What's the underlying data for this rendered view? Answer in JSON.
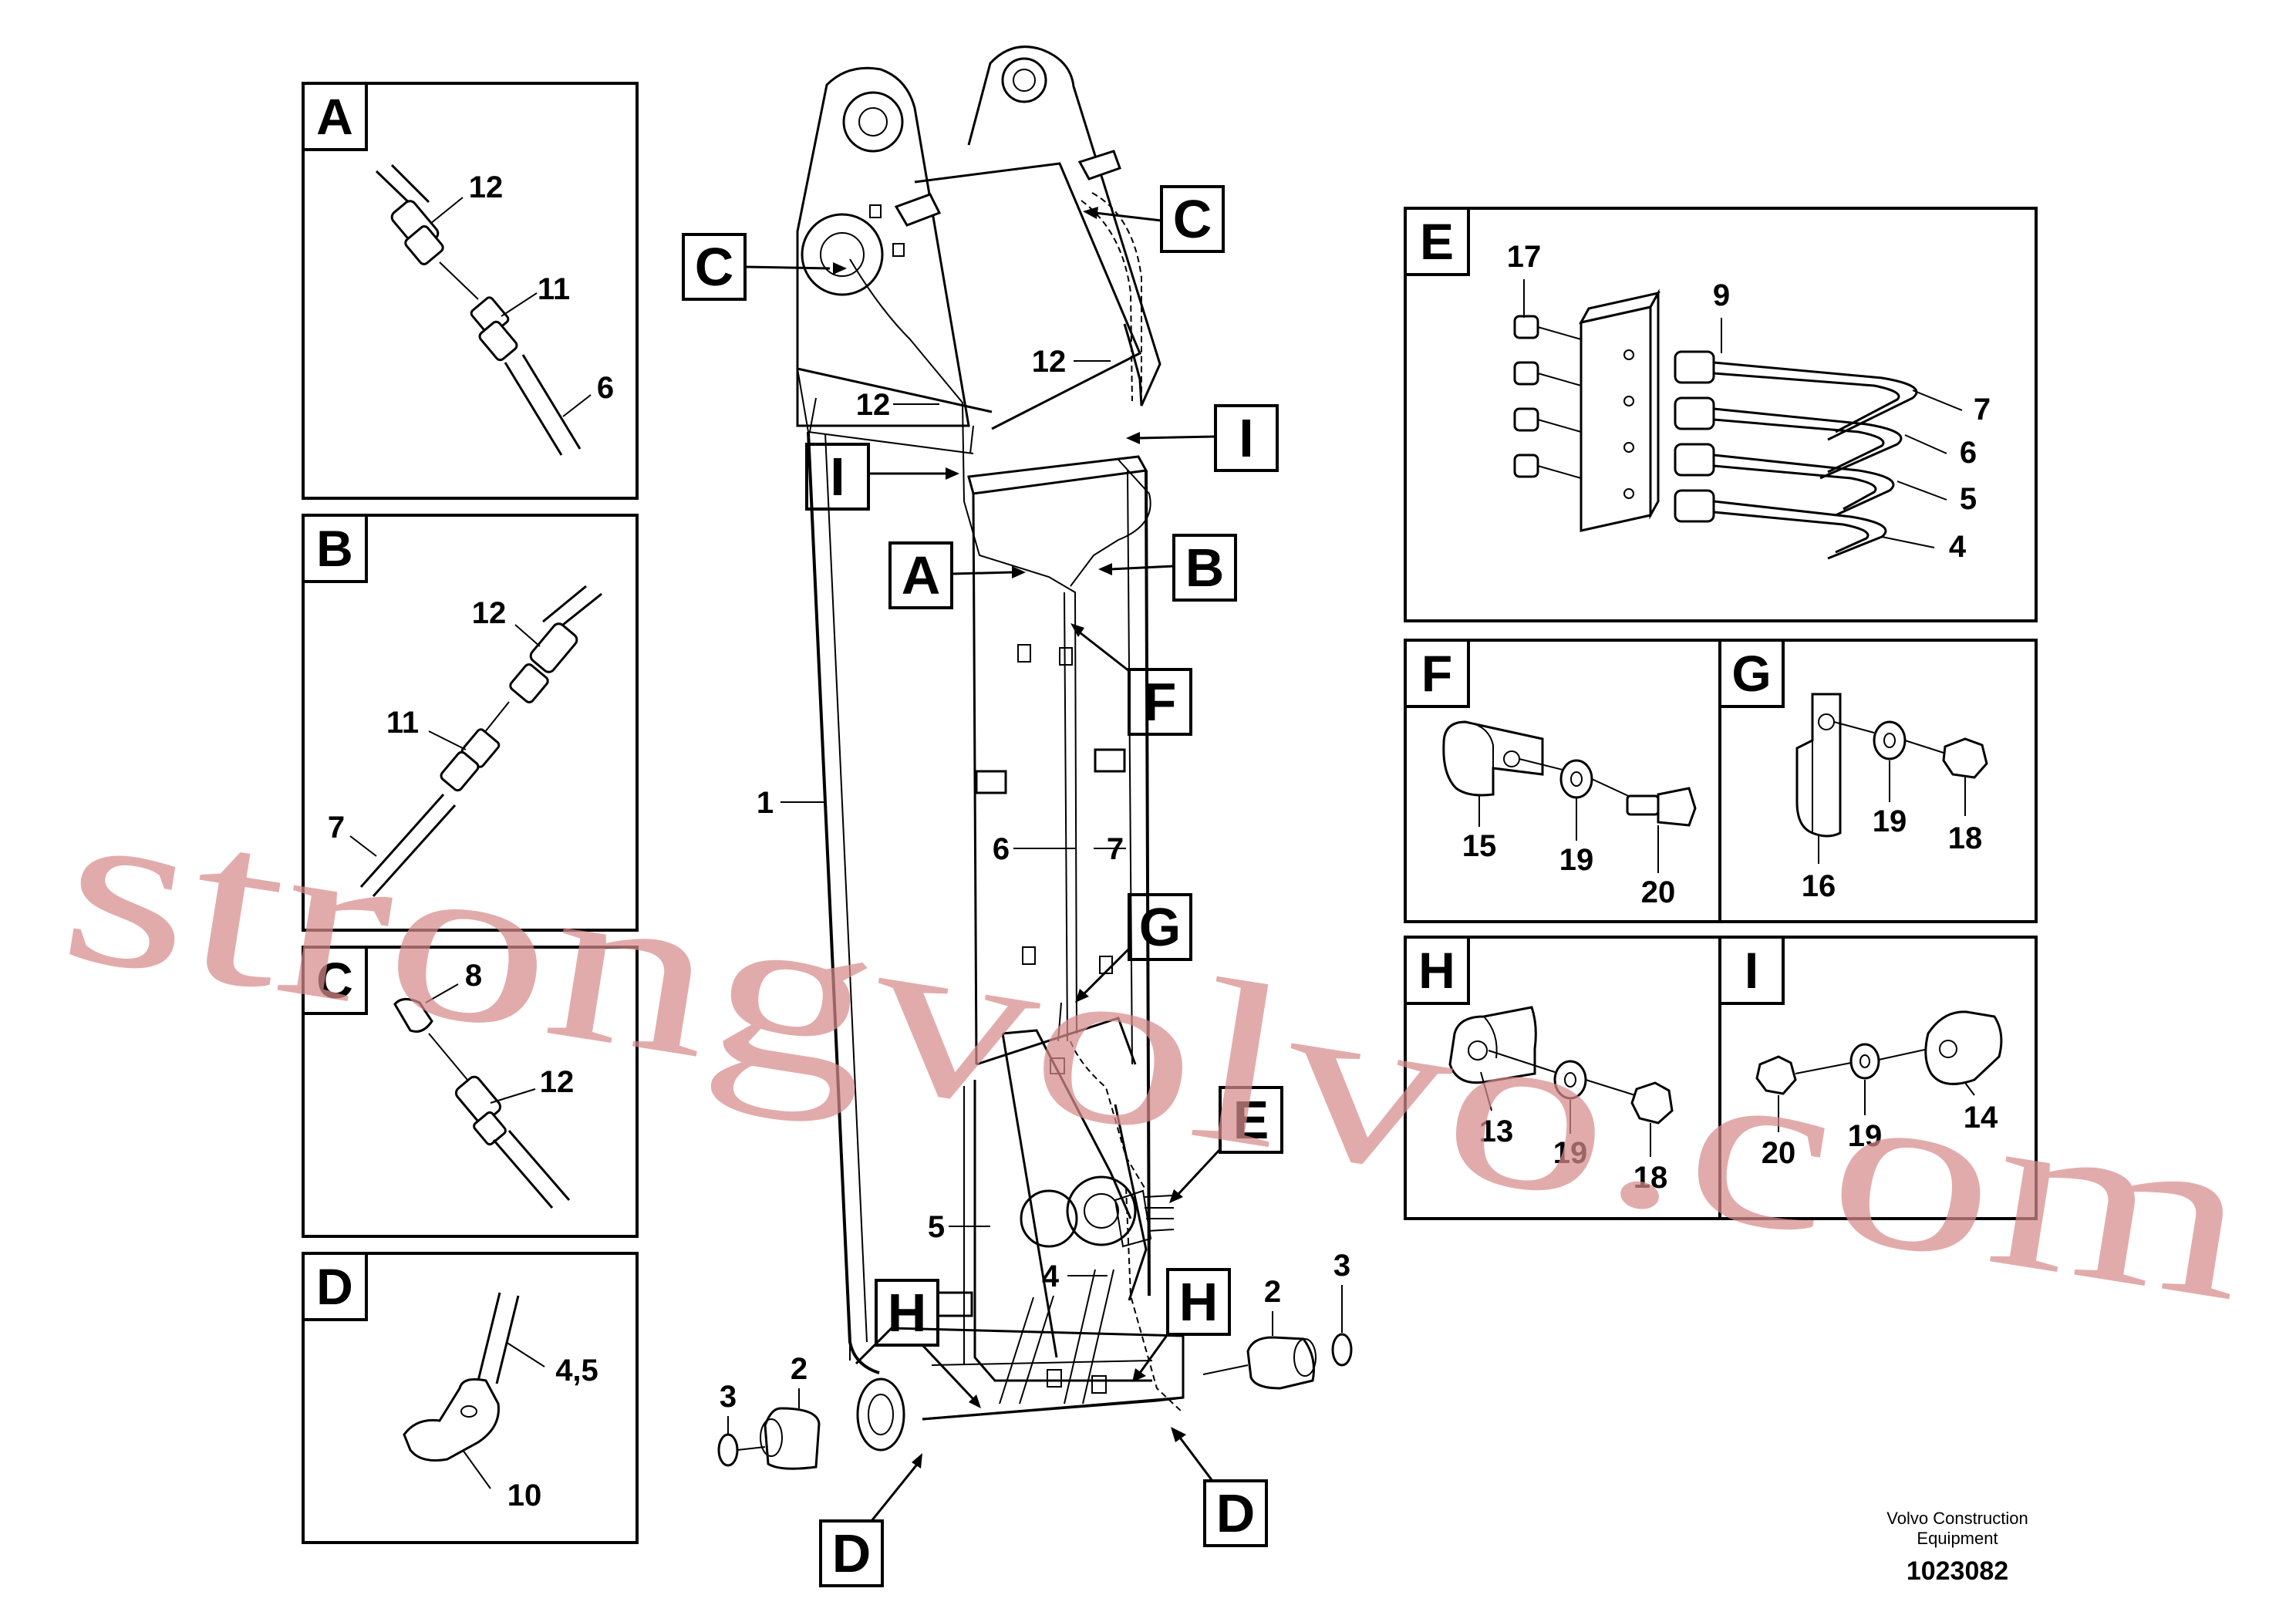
{
  "detail_panels": {
    "A": {
      "label": "A",
      "parts": [
        "12",
        "11",
        "6"
      ]
    },
    "B": {
      "label": "B",
      "parts": [
        "12",
        "11",
        "7"
      ]
    },
    "C": {
      "label": "C",
      "parts": [
        "8",
        "12"
      ]
    },
    "D": {
      "label": "D",
      "parts": [
        "4,5",
        "10"
      ]
    },
    "E": {
      "label": "E",
      "parts": [
        "17",
        "9",
        "7",
        "6",
        "5",
        "4"
      ]
    },
    "F": {
      "label": "F",
      "parts": [
        "15",
        "19",
        "20"
      ]
    },
    "G": {
      "label": "G",
      "parts": [
        "16",
        "19",
        "18"
      ]
    },
    "H": {
      "label": "H",
      "parts": [
        "13",
        "19",
        "18"
      ]
    },
    "I": {
      "label": "I",
      "parts": [
        "20",
        "19",
        "14"
      ]
    }
  },
  "main_callouts": [
    "C",
    "C",
    "I",
    "I",
    "A",
    "B",
    "F",
    "G",
    "E",
    "H",
    "H",
    "D",
    "D"
  ],
  "main_parts": [
    "12",
    "12",
    "1",
    "6",
    "7",
    "5",
    "4",
    "3",
    "2",
    "2",
    "3"
  ],
  "footer": {
    "line1": "Volvo Construction",
    "line2": "Equipment",
    "code": "1023082"
  },
  "watermark": "strongvolvo.com",
  "colors": {
    "line": "#000000",
    "background": "#ffffff",
    "watermark": "#d88c8c"
  }
}
